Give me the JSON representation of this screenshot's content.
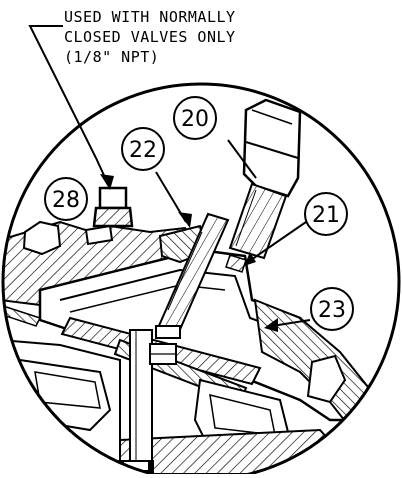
{
  "note": {
    "lines": [
      "USED WITH NORMALLY",
      "CLOSED VALVES ONLY",
      "(1/8\" NPT)"
    ]
  },
  "callouts": {
    "c20": "20",
    "c21": "21",
    "c22": "22",
    "c23": "23",
    "c28": "28"
  }
}
